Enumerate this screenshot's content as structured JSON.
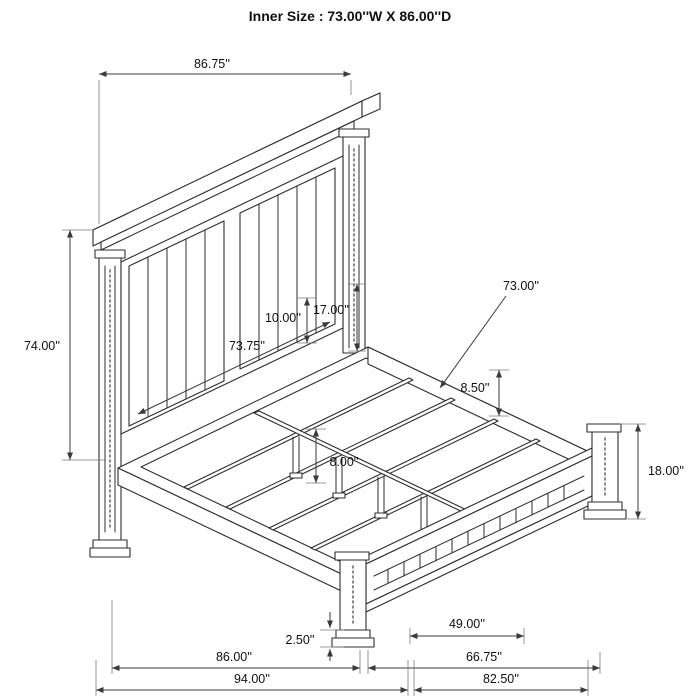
{
  "title": "Inner Size : 73.00''W X 86.00''D",
  "colors": {
    "ink": "#2e2e2e",
    "dimension": "#3a3a3a"
  },
  "dims": {
    "headboard_width": "86.75''",
    "headboard_height": "74.00''",
    "panel_width": "73.75''",
    "panel_gap": "10.00''",
    "panel_height": "17.00''",
    "inner_width": "73.00''",
    "slat_spacing": "8.50''",
    "leg_height": "8.00''",
    "footboard_height": "18.00''",
    "base_height": "2.50''",
    "footboard_panel": "49.00''",
    "frame_width": "86.00''",
    "footboard_width": "66.75''",
    "overall_width": "94.00''",
    "overall_depth": "82.50''"
  }
}
